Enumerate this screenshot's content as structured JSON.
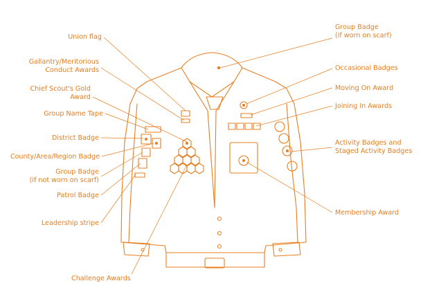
{
  "colors": {
    "line": "#e87d1e",
    "text": "#e87d1e",
    "background": "#ffffff"
  },
  "labels": {
    "union_flag": "Union flag",
    "gallantry_1": "Gallantry/Meritorious",
    "gallantry_2": "Conduct Awards",
    "chief_scout_1": "Chief Scout's Gold",
    "chief_scout_2": "Award",
    "group_name_tape": "Group Name Tape",
    "district_badge": "District Badge",
    "county_badge": "County/Area/Region Badge",
    "group_badge_sleeve_1": "Group Badge",
    "group_badge_sleeve_2": "(if not worn on scarf)",
    "patrol_badge": "Patrol Badge",
    "leadership_stripe": "Leadership stripe",
    "challenge_awards": "Challenge Awards",
    "group_badge_scarf_1": "Group Badge",
    "group_badge_scarf_2": "(if worn on scarf)",
    "occasional_badges": "Occasional Badges",
    "moving_on_award": "Moving On Award",
    "joining_in_awards": "Joining In Awards",
    "activity_badges_1": "Activity Badges and",
    "activity_badges_2": "Staged Activity Badges",
    "membership_award": "Membership Award"
  }
}
